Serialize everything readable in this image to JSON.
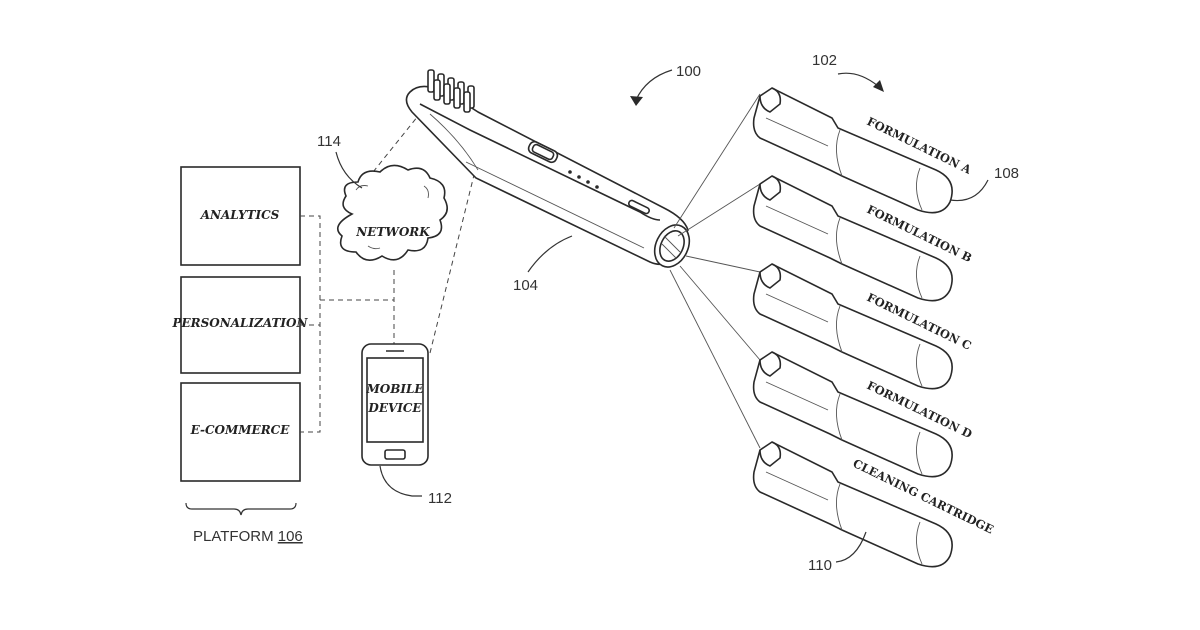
{
  "platform": {
    "boxes": [
      "ANALYTICS",
      "PERSONALIZATION",
      "E-COMMERCE"
    ],
    "label": "PLATFORM",
    "ref": "106"
  },
  "network": {
    "label": "NETWORK",
    "ref": "114"
  },
  "mobile": {
    "line1": "MOBILE",
    "line2": "DEVICE",
    "ref": "112"
  },
  "device": {
    "ref": "104"
  },
  "system_ref": "100",
  "cartridges_ref": "102",
  "cartridge_ref": "108",
  "cleaning_ref": "110",
  "cartridges": [
    "FORMULATION A",
    "FORMULATION B",
    "FORMULATION C",
    "FORMULATION D",
    "CLEANING CARTRIDGE"
  ]
}
